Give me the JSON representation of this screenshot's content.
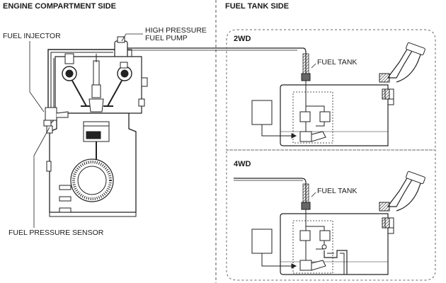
{
  "headers": {
    "engine_side": "ENGINE COMPARTMENT SIDE",
    "tank_side": "FUEL TANK SIDE"
  },
  "engine": {
    "hp_pump_label_line1": "HIGH PRESSURE",
    "hp_pump_label_line2": "FUEL PUMP",
    "injector_label": "FUEL INJECTOR",
    "pressure_sensor_label": "FUEL PRESSURE SENSOR"
  },
  "tank": {
    "variant_2wd": "2WD",
    "variant_4wd": "4WD",
    "fuel_tank_label_2wd": "FUEL TANK",
    "fuel_tank_label_4wd": "FUEL TANK"
  }
}
